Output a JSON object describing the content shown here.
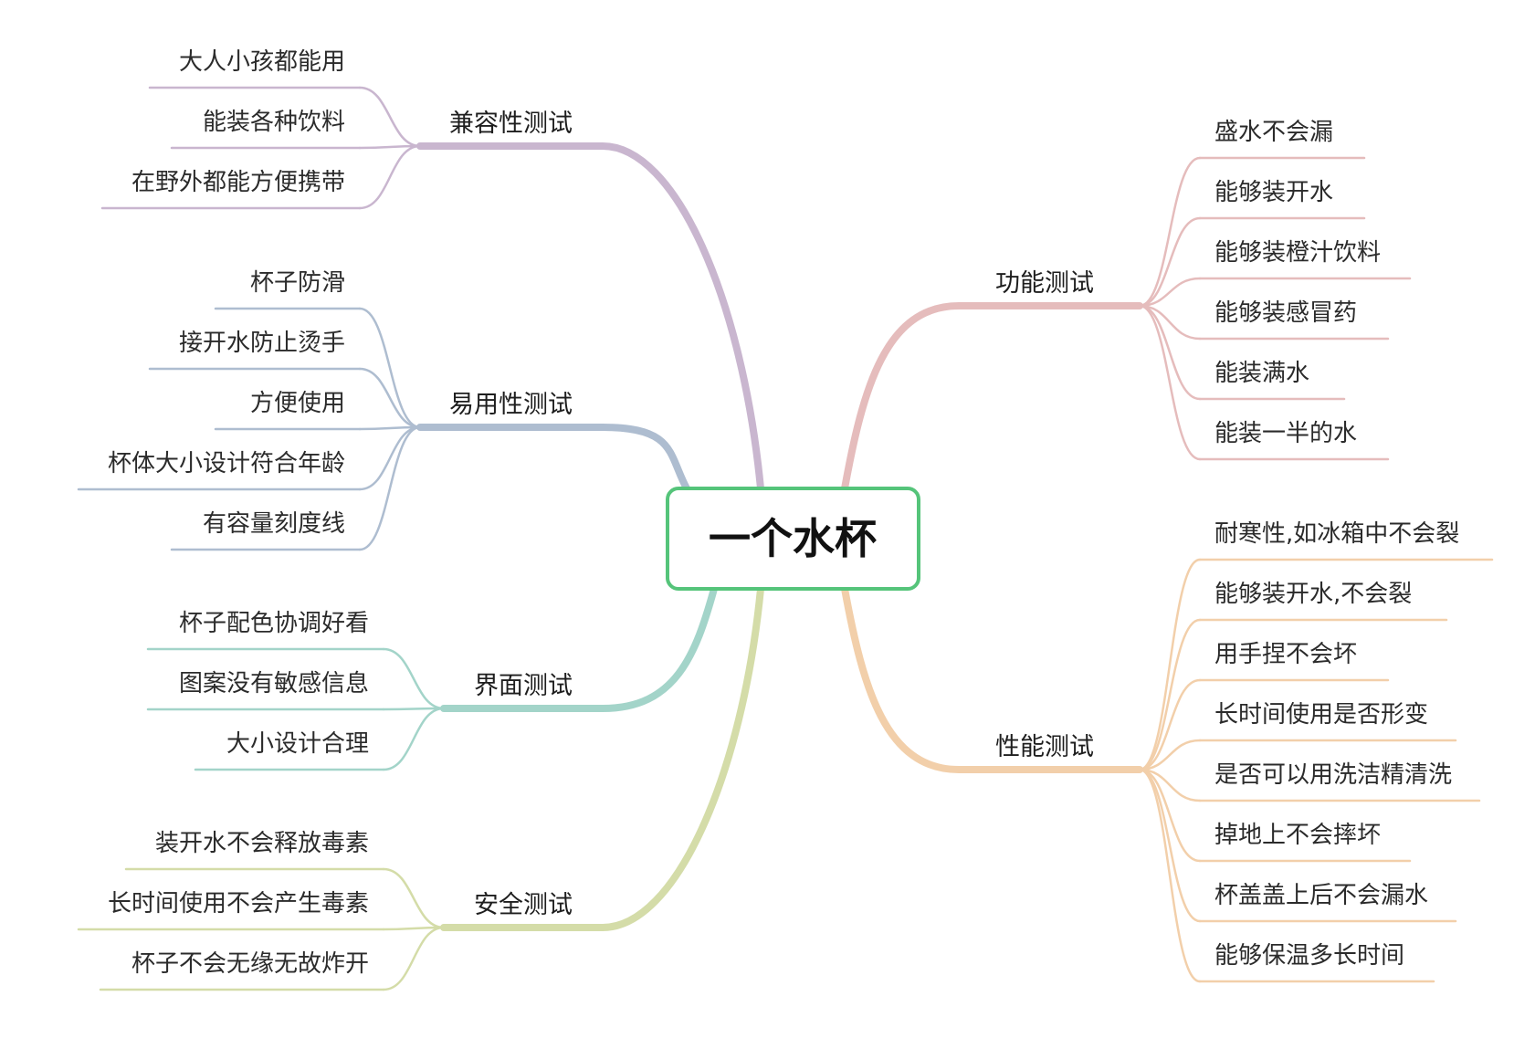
{
  "root": {
    "label": "一个水杯",
    "border_color": "#55c47a"
  },
  "branches": [
    {
      "id": "compatibility",
      "label": "兼容性测试",
      "color": "#c9b6cf",
      "leaves": [
        "大人小孩都能用",
        "能装各种饮料",
        "在野外都能方便携带"
      ]
    },
    {
      "id": "usability",
      "label": "易用性测试",
      "color": "#aebdd0",
      "leaves": [
        "杯子防滑",
        "接开水防止烫手",
        "方便使用",
        "杯体大小设计符合年龄",
        "有容量刻度线"
      ]
    },
    {
      "id": "interface",
      "label": "界面测试",
      "color": "#a3d4c9",
      "leaves": [
        "杯子配色协调好看",
        "图案没有敏感信息",
        "大小设计合理"
      ]
    },
    {
      "id": "security",
      "label": "安全测试",
      "color": "#d4dca8",
      "leaves": [
        "装开水不会释放毒素",
        "长时间使用不会产生毒素",
        "杯子不会无缘无故炸开"
      ]
    },
    {
      "id": "function",
      "label": "功能测试",
      "color": "#e5bcbc",
      "leaves": [
        "盛水不会漏",
        "能够装开水",
        "能够装橙汁饮料",
        "能够装感冒药",
        "能装满水",
        "能装一半的水"
      ]
    },
    {
      "id": "performance",
      "label": "性能测试",
      "color": "#f2cfaa",
      "leaves": [
        "耐寒性,如冰箱中不会裂",
        "能够装开水,不会裂",
        "用手捏不会坏",
        "长时间使用是否形变",
        "是否可以用洗洁精清洗",
        "掉地上不会摔坏",
        "杯盖盖上后不会漏水",
        "能够保温多长时间"
      ]
    }
  ]
}
